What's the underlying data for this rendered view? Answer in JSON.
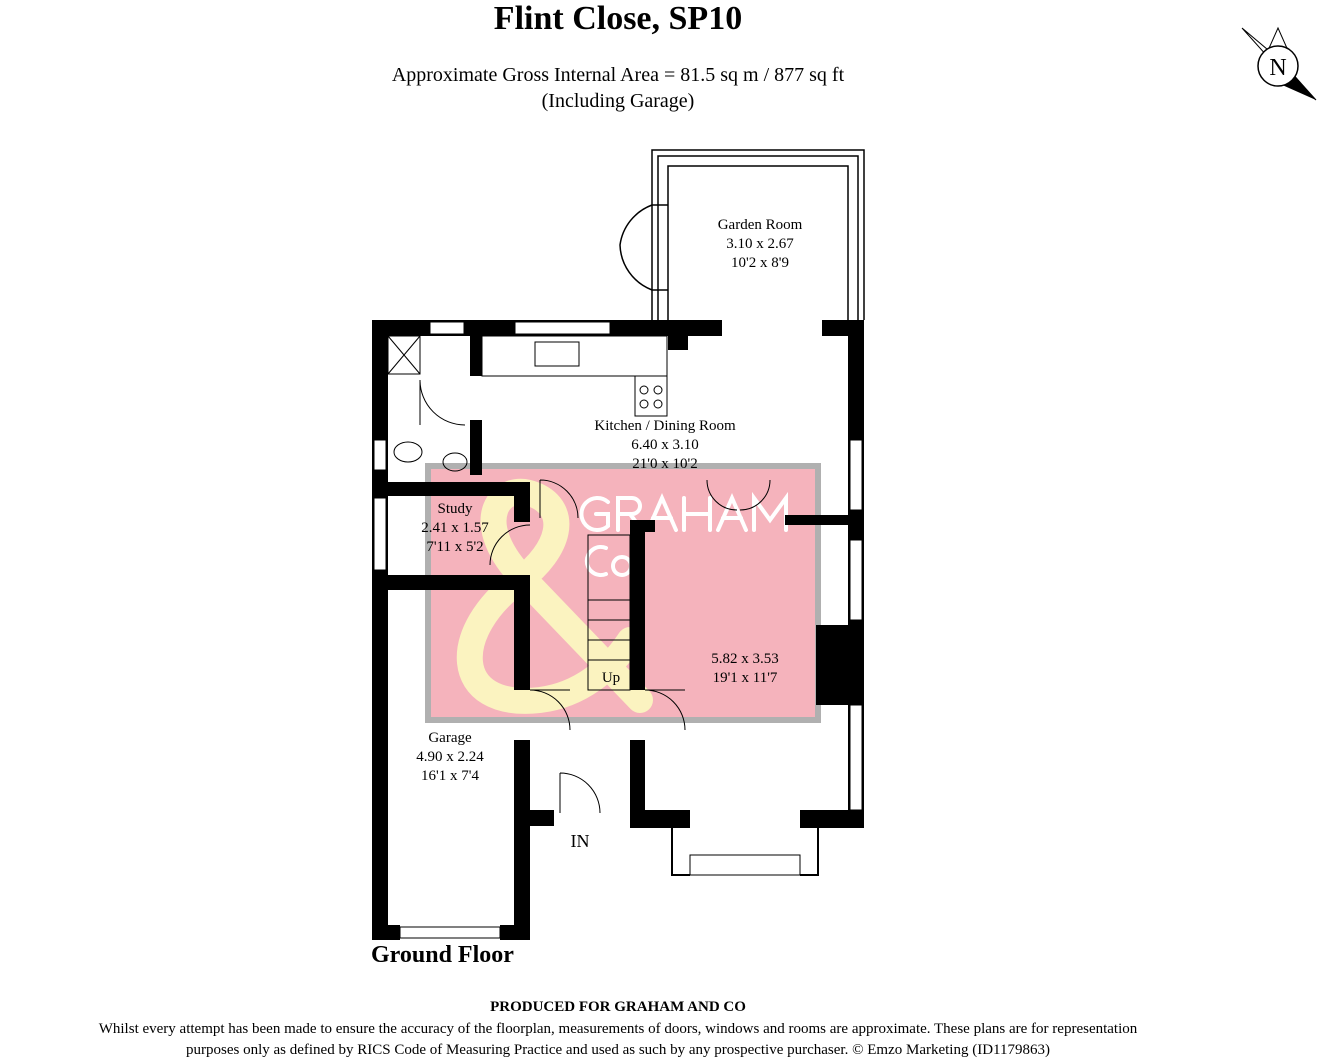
{
  "header": {
    "title": "Flint Close, SP10",
    "area_line": "Approximate Gross Internal Area = 81.5 sq m / 877 sq ft",
    "area_note": "(Including Garage)"
  },
  "compass": {
    "label": "N"
  },
  "watermark": {
    "text_line1": "GRAHAM",
    "text_line2": "Co",
    "symbol": "&",
    "pink": "#f5b3bc",
    "cream": "#fbf3c0"
  },
  "rooms": [
    {
      "name": "Garden Room",
      "metric": "3.10 x 2.67",
      "imperial": "10'2 x 8'9"
    },
    {
      "name": "Kitchen / Dining Room",
      "metric": "6.40 x 3.10",
      "imperial": "21'0 x 10'2"
    },
    {
      "name": "Study",
      "metric": "2.41 x 1.57",
      "imperial": "7'11 x 5'2"
    },
    {
      "name": "",
      "metric": "5.82 x 3.53",
      "imperial": "19'1 x 11'7"
    },
    {
      "name": "Garage",
      "metric": "4.90 x 2.24",
      "imperial": "16'1 x 7'4"
    }
  ],
  "markers": {
    "stairs": "Up",
    "entrance": "IN"
  },
  "floor_label": "Ground Floor",
  "footer": {
    "produced": "PRODUCED FOR GRAHAM AND CO",
    "disclaimer_1": "Whilst every attempt has been made to ensure the accuracy of the floorplan, measurements of doors, windows and rooms are approximate. These plans are for representation",
    "disclaimer_2": "purposes only as defined by RICS Code of Measuring Practice and used as such by any prospective purchaser. © Emzo Marketing (ID1179863)"
  }
}
